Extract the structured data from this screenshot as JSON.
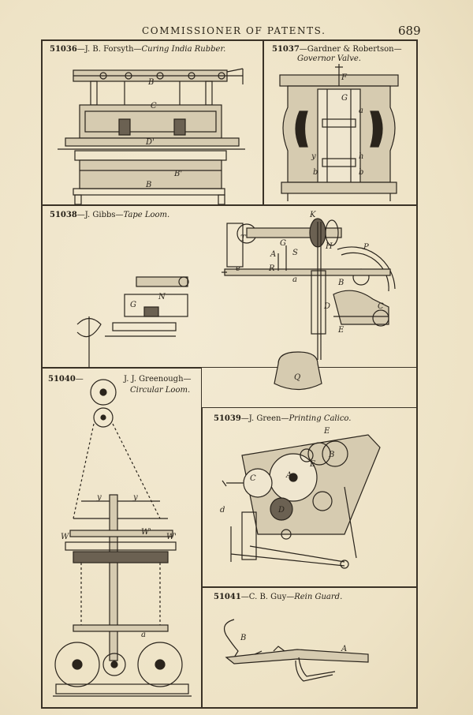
{
  "header": {
    "running_head": "COMMISSIONER OF PATENTS.",
    "page_number": "689"
  },
  "figures": [
    {
      "number": "51036",
      "inventor": "J. B. Forsyth",
      "title": "Curing India Rubber.",
      "labels": [
        "B",
        "C",
        "D'",
        "B'",
        "B"
      ]
    },
    {
      "number": "51037",
      "inventor": "Gardner & Robertson",
      "title": "Governor Valve.",
      "labels": [
        "F",
        "G",
        "a",
        "y",
        "b",
        "h",
        "b"
      ]
    },
    {
      "number": "51038",
      "inventor": "J. Gibbs",
      "title": "Tape Loom.",
      "labels": [
        "K",
        "T",
        "G",
        "S",
        "H",
        "A",
        "P",
        "e",
        "R",
        "a",
        "B",
        "N",
        "G",
        "D",
        "C",
        "E",
        "Q"
      ]
    },
    {
      "number": "51040",
      "inventor": "J. J. Greenough",
      "title": "Circular Loom.",
      "labels": [
        "y",
        "y",
        "W",
        "W'",
        "W'",
        "a"
      ]
    },
    {
      "number": "51039",
      "inventor": "J. Green",
      "title": "Printing Calico.",
      "labels": [
        "E",
        "B",
        "E",
        "A",
        "C",
        "d",
        "D"
      ]
    },
    {
      "number": "51041",
      "inventor": "C. B. Guy",
      "title": "Rein Guard.",
      "labels": [
        "B",
        "A"
      ]
    }
  ]
}
